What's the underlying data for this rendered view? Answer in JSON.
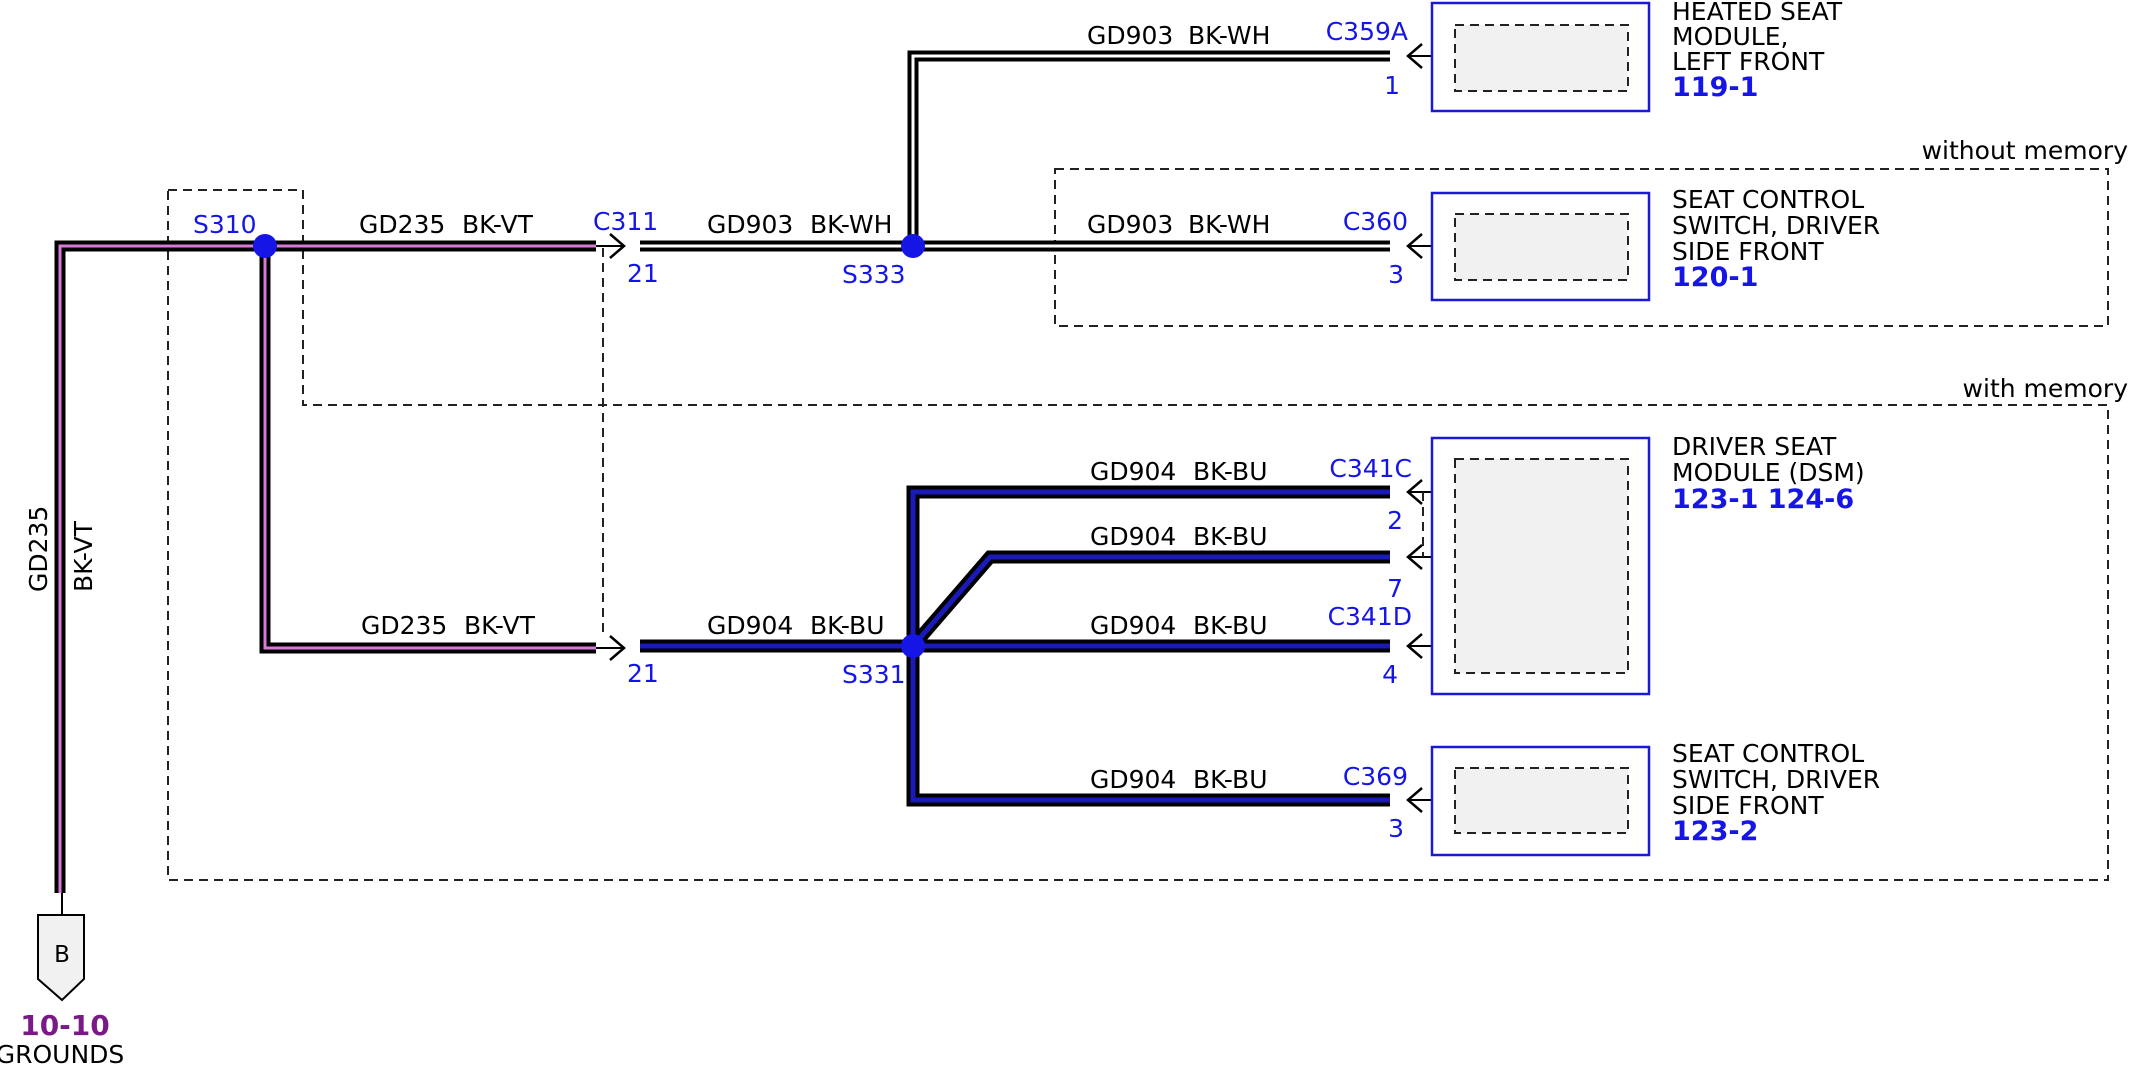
{
  "options": {
    "without_memory": "without memory",
    "with_memory": "with memory"
  },
  "splices": {
    "s310": "S310",
    "s333": "S333",
    "s331": "S331"
  },
  "connectors": {
    "c311": {
      "name": "C311",
      "pin_top": "21",
      "pin_bottom": "21"
    },
    "c359a": {
      "name": "C359A",
      "pin": "1"
    },
    "c360": {
      "name": "C360",
      "pin": "3"
    },
    "c341c": {
      "name": "C341C",
      "pin_a": "2",
      "pin_b": "7"
    },
    "c341d": {
      "name": "C341D",
      "pin": "4"
    },
    "c369": {
      "name": "C369",
      "pin": "3"
    }
  },
  "wires": {
    "gd235_top": {
      "circuit": "GD235",
      "color": "BK-VT"
    },
    "gd235_bottom": {
      "circuit": "GD235",
      "color": "BK-VT"
    },
    "gd235_vertical": {
      "circuit": "GD235",
      "color": "BK-VT"
    },
    "gd903_c311_s333": {
      "circuit": "GD903",
      "color": "BK-WH"
    },
    "gd903_c359a": {
      "circuit": "GD903",
      "color": "BK-WH"
    },
    "gd903_c360": {
      "circuit": "GD903",
      "color": "BK-WH"
    },
    "gd904_c311_s331": {
      "circuit": "GD904",
      "color": "BK-BU"
    },
    "gd904_pin2": {
      "circuit": "GD904",
      "color": "BK-BU"
    },
    "gd904_pin7": {
      "circuit": "GD904",
      "color": "BK-BU"
    },
    "gd904_pin4": {
      "circuit": "GD904",
      "color": "BK-BU"
    },
    "gd904_c369": {
      "circuit": "GD904",
      "color": "BK-BU"
    }
  },
  "components": {
    "heated_seat": {
      "line1": "HEATED SEAT",
      "line2": "MODULE,",
      "line3": "LEFT FRONT",
      "ref": "119-1"
    },
    "seat_switch_1": {
      "line1": "SEAT CONTROL",
      "line2": "SWITCH, DRIVER",
      "line3": "SIDE FRONT",
      "ref": "120-1"
    },
    "dsm": {
      "line1": "DRIVER SEAT",
      "line2": "MODULE (DSM)",
      "ref": "123-1 124-6"
    },
    "seat_switch_2": {
      "line1": "SEAT CONTROL",
      "line2": "SWITCH, DRIVER",
      "line3": "SIDE FRONT",
      "ref": "123-2"
    }
  },
  "ground": {
    "letter": "B",
    "ref": "10-10",
    "name": "GROUNDS"
  },
  "colors": {
    "bk_vt_stripe": "#d87ad8",
    "bk_bu_stripe": "#1a1ab8",
    "bk_wh_stripe": "#ffffff",
    "wire_base": "#000000",
    "splice_dot": "#1515e6",
    "label_blue": "#1515e6",
    "ground_ref": "#7a1a86"
  },
  "icons": {
    "connector": "chevron-arrow-icon",
    "ground": "ground-pentagon-icon"
  }
}
